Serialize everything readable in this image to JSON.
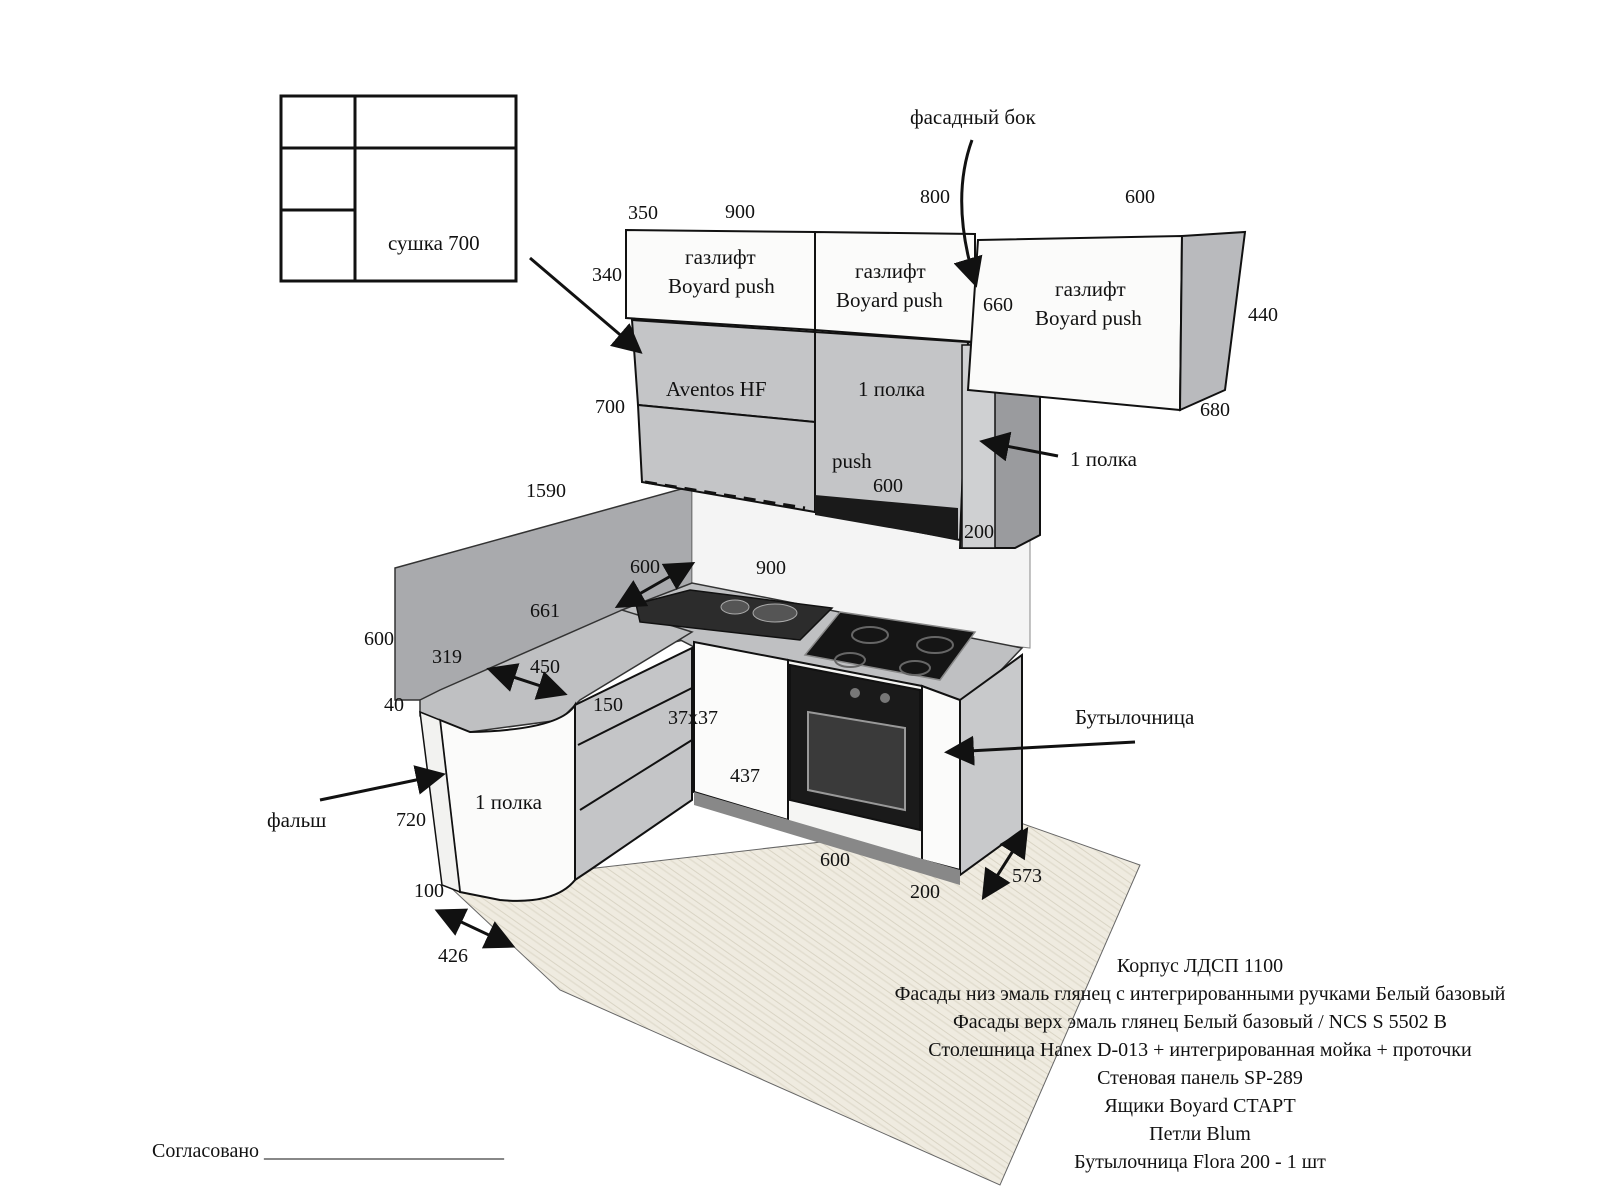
{
  "dimensions": {
    "d350": "350",
    "d900_top": "900",
    "d340": "340",
    "d800": "800",
    "d600_top": "600",
    "d660": "660",
    "d440": "440",
    "d680": "680",
    "d700": "700",
    "d600_mid": "600",
    "d200_top": "200",
    "d1590": "1590",
    "d600_ct": "600",
    "d900_ct": "900",
    "d661": "661",
    "d600_left": "600",
    "d319": "319",
    "d450": "450",
    "d40": "40",
    "d150": "150",
    "d37x37": "37x37",
    "d437": "437",
    "d720": "720",
    "d100": "100",
    "d426": "426",
    "d600_bot": "600",
    "d200_bot": "200",
    "d573": "573"
  },
  "labels": {
    "drying": "сушка 700",
    "facade_side": "фасадный бок",
    "gaslift": "газлифт",
    "boyard_push": "Boyard push",
    "aventos": "Aventos HF",
    "shelf1": "1 полка",
    "push": "push",
    "shelf1_side": "1 полка",
    "bottle": "Бутылочница",
    "false_panel": "фальш",
    "shelf1_corner": "1 полка"
  },
  "spec_lines": [
    "Корпус ЛДСП 1100",
    "Фасады низ эмаль глянец с интегрированными ручками Белый базовый",
    "Фасады верх эмаль глянец Белый базовый / NCS S 5502 B",
    "Столешница Hanex D-013 + интегрированная мойка + проточки",
    "Стеновая панель SP-289",
    "Ящики Boyard СТАРТ",
    "Петли Blum",
    "Бутылочница Flora 200 - 1 шт"
  ],
  "approval": "Согласовано ________________________",
  "colors": {
    "gray_facade": "#c4c5c7",
    "white_facade": "#fbfbfa",
    "outline": "#111111",
    "floor": "#ece8dc"
  }
}
